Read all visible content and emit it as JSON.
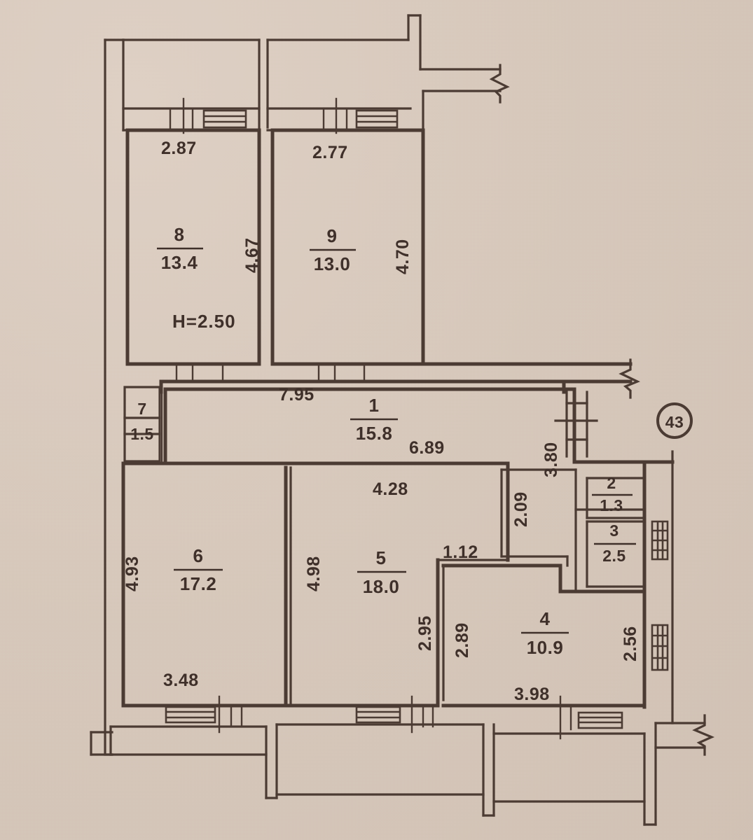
{
  "document": {
    "type": "apartment-floor-plan",
    "apartment_number": "43",
    "ceiling_height_label": "H=2.50"
  },
  "rooms": [
    {
      "id": "room-8",
      "number": "8",
      "area": "13.4"
    },
    {
      "id": "room-9",
      "number": "9",
      "area": "13.0"
    },
    {
      "id": "room-7",
      "number": "7",
      "area": "1.5"
    },
    {
      "id": "room-1",
      "number": "1",
      "area": "15.8"
    },
    {
      "id": "room-2",
      "number": "2",
      "area": "1.3"
    },
    {
      "id": "room-3",
      "number": "3",
      "area": "2.5"
    },
    {
      "id": "room-6",
      "number": "6",
      "area": "17.2"
    },
    {
      "id": "room-5",
      "number": "5",
      "area": "18.0"
    },
    {
      "id": "room-4",
      "number": "4",
      "area": "10.9"
    }
  ],
  "dimensions": {
    "top_left_width": "2.87",
    "top_right_width": "2.77",
    "room8_height": "4.67",
    "room9_height": "4.70",
    "hall_width": "7.95",
    "hall_lower_width": "6.89",
    "room5_top_width": "4.28",
    "room6_height": "4.93",
    "room5_height": "4.98",
    "room6_bottom_width": "3.48",
    "hall_right_height": "2.09",
    "right_height": "3.80",
    "notch_width": "1.12",
    "room5_right_height": "2.95",
    "room4_left_height": "2.89",
    "room4_bottom_width": "3.98",
    "room4_right_height": "2.56"
  },
  "colors": {
    "paper": "#d8c9bd",
    "ink": "#4b3b33"
  }
}
